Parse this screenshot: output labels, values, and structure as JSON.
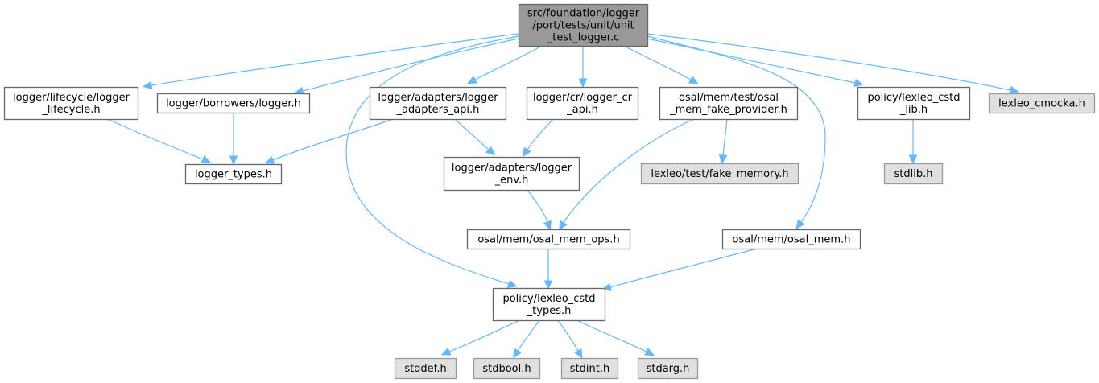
{
  "diagram": {
    "type": "include-dependency-graph",
    "colors": {
      "root_fill": "#999999",
      "root_border": "#666666",
      "node_fill": "#ffffff",
      "node_border": "#666666",
      "external_fill": "#e0e0e0",
      "external_border": "#999999",
      "edge": "#63b8ff"
    },
    "nodes": [
      {
        "id": "root",
        "kind": "root",
        "lines": [
          "src/foundation/logger",
          "/port/tests/unit/unit",
          "_test_logger.c"
        ]
      },
      {
        "id": "lifecycle",
        "kind": "file",
        "lines": [
          "logger/lifecycle/logger",
          "_lifecycle.h"
        ]
      },
      {
        "id": "borrowers",
        "kind": "file",
        "lines": [
          "logger/borrowers/logger.h"
        ]
      },
      {
        "id": "adapters_api",
        "kind": "file",
        "lines": [
          "logger/adapters/logger",
          "_adapters_api.h"
        ]
      },
      {
        "id": "cr_api",
        "kind": "file",
        "lines": [
          "logger/cr/logger_cr",
          "_api.h"
        ]
      },
      {
        "id": "fake_provider",
        "kind": "file",
        "lines": [
          "osal/mem/test/osal",
          "_mem_fake_provider.h"
        ]
      },
      {
        "id": "cstd_lib",
        "kind": "file",
        "lines": [
          "policy/lexleo_cstd",
          "_lib.h"
        ]
      },
      {
        "id": "cmocka",
        "kind": "external",
        "lines": [
          "lexleo_cmocka.h"
        ]
      },
      {
        "id": "logger_types",
        "kind": "file",
        "lines": [
          "logger_types.h"
        ]
      },
      {
        "id": "logger_env",
        "kind": "file",
        "lines": [
          "logger/adapters/logger",
          "_env.h"
        ]
      },
      {
        "id": "fake_memory",
        "kind": "external",
        "lines": [
          "lexleo/test/fake_memory.h"
        ]
      },
      {
        "id": "stdlib",
        "kind": "external",
        "lines": [
          "stdlib.h"
        ]
      },
      {
        "id": "osal_mem_ops",
        "kind": "file",
        "lines": [
          "osal/mem/osal_mem_ops.h"
        ]
      },
      {
        "id": "osal_mem",
        "kind": "file",
        "lines": [
          "osal/mem/osal_mem.h"
        ]
      },
      {
        "id": "cstd_types",
        "kind": "file",
        "lines": [
          "policy/lexleo_cstd",
          "_types.h"
        ]
      },
      {
        "id": "stddef",
        "kind": "external",
        "lines": [
          "stddef.h"
        ]
      },
      {
        "id": "stdbool",
        "kind": "external",
        "lines": [
          "stdbool.h"
        ]
      },
      {
        "id": "stdint",
        "kind": "external",
        "lines": [
          "stdint.h"
        ]
      },
      {
        "id": "stdarg",
        "kind": "external",
        "lines": [
          "stdarg.h"
        ]
      }
    ],
    "edges": [
      {
        "from": "root",
        "to": "lifecycle"
      },
      {
        "from": "root",
        "to": "borrowers"
      },
      {
        "from": "root",
        "to": "adapters_api"
      },
      {
        "from": "root",
        "to": "cr_api"
      },
      {
        "from": "root",
        "to": "fake_provider"
      },
      {
        "from": "root",
        "to": "cstd_lib"
      },
      {
        "from": "root",
        "to": "cmocka"
      },
      {
        "from": "root",
        "to": "cstd_types"
      },
      {
        "from": "root",
        "to": "osal_mem"
      },
      {
        "from": "lifecycle",
        "to": "logger_types"
      },
      {
        "from": "borrowers",
        "to": "logger_types"
      },
      {
        "from": "adapters_api",
        "to": "logger_types"
      },
      {
        "from": "adapters_api",
        "to": "logger_env"
      },
      {
        "from": "cr_api",
        "to": "logger_env"
      },
      {
        "from": "fake_provider",
        "to": "fake_memory"
      },
      {
        "from": "fake_provider",
        "to": "osal_mem_ops"
      },
      {
        "from": "cstd_lib",
        "to": "stdlib"
      },
      {
        "from": "logger_env",
        "to": "osal_mem_ops"
      },
      {
        "from": "osal_mem_ops",
        "to": "cstd_types"
      },
      {
        "from": "osal_mem",
        "to": "cstd_types"
      },
      {
        "from": "cstd_types",
        "to": "stddef"
      },
      {
        "from": "cstd_types",
        "to": "stdbool"
      },
      {
        "from": "cstd_types",
        "to": "stdint"
      },
      {
        "from": "cstd_types",
        "to": "stdarg"
      }
    ]
  }
}
